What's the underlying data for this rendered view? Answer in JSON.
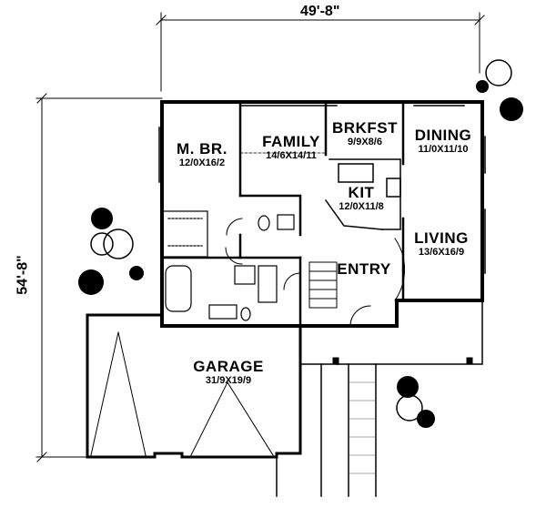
{
  "dimensions": {
    "width": "49'-8\"",
    "depth": "54'-8\""
  },
  "rooms": {
    "master_bedroom": {
      "name": "M. BR.",
      "size": "12/0X16/2"
    },
    "family": {
      "name": "FAMILY",
      "size": "14/6X14/11"
    },
    "breakfast": {
      "name": "BRKFST",
      "size": "9/9X8/6"
    },
    "dining": {
      "name": "DINING",
      "size": "11/0X11/10"
    },
    "kitchen": {
      "name": "KIT",
      "size": "12/0X11/8"
    },
    "living": {
      "name": "LIVING",
      "size": "13/6X16/9"
    },
    "entry": {
      "name": "ENTRY"
    },
    "garage": {
      "name": "GARAGE",
      "size": "31/9X19/9"
    }
  }
}
